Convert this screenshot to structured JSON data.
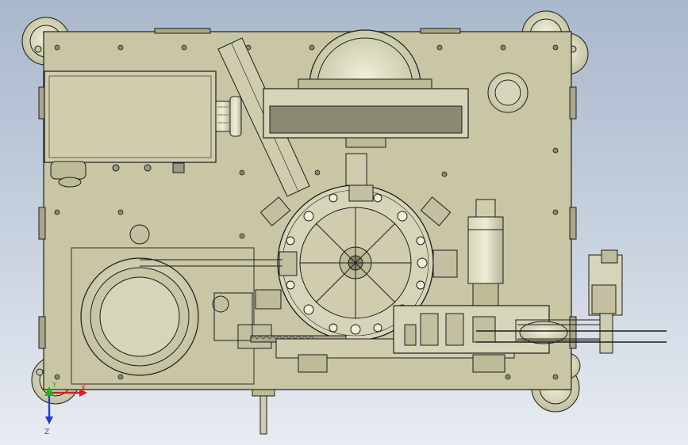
{
  "window": {
    "title": ""
  },
  "triad": {
    "x_label": "X",
    "y_label": "Y",
    "z_label": "Z"
  },
  "colors": {
    "plate": "#c8c6a4",
    "plate_dark": "#a9a78a",
    "line": "#1d1d1d",
    "wheel": "#dedcc0",
    "axis_x": "#d81e1e",
    "axis_y": "#1bb41b",
    "axis_z": "#1f3fd2",
    "background_top": "#a9b8cc",
    "background_bottom": "#e8ecf2"
  }
}
